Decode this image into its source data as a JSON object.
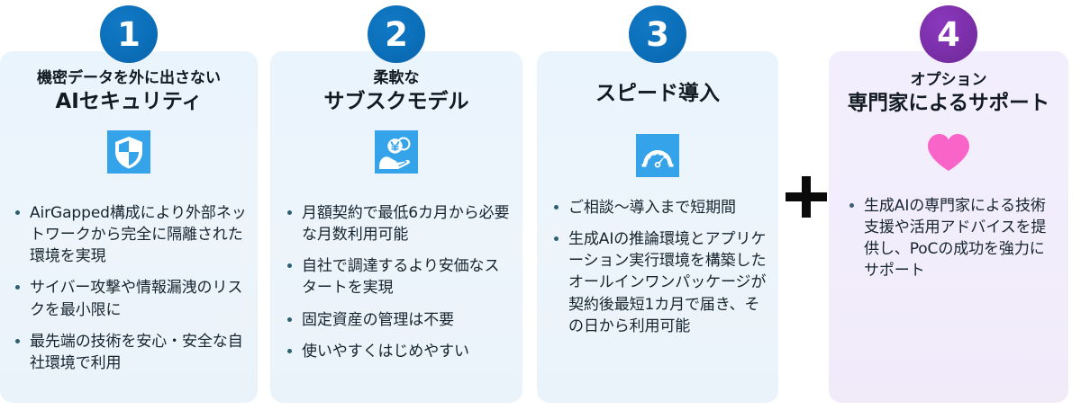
{
  "meta": {
    "plus_symbol": "+",
    "colors": {
      "badge_blue": "#0B6FBA",
      "badge_purple": "#7B2FA8",
      "card_blue_bg": "#EDF5FC",
      "card_purple_bg": "#F2EEFC",
      "icon_tile_blue": "#34A3EA",
      "heart_pink": "#F964C8",
      "text_dark": "#16242F",
      "bullet_dot": "#2D5F73"
    }
  },
  "cards": [
    {
      "number": "1",
      "subtitle": "機密データを外に出さない",
      "title": "AIセキュリティ",
      "icon": "shield-icon",
      "bullets": [
        "AirGapped構成により外部ネットワークから完全に隔離された環境を実現",
        "サイバー攻撃や情報漏洩のリスクを最小限に",
        "最先端の技術を安心・安全な自社環境で利用"
      ]
    },
    {
      "number": "2",
      "subtitle": "柔軟な",
      "title": "サブスクモデル",
      "icon": "hand-holding-yen-coin-icon",
      "bullets": [
        "月額契約で最低6カ月から必要な月数利用可能",
        "自社で調達するより安価なスタートを実現",
        "固定資産の管理は不要",
        "使いやすくはじめやすい"
      ]
    },
    {
      "number": "3",
      "subtitle": "",
      "title": "スピード導入",
      "icon": "speedometer-icon",
      "bullets": [
        "ご相談〜導入まで短期間",
        "生成AIの推論環境とアプリケーション実行環境を構築したオールインワンパッケージが契約後最短1カ月で届き、その日から利用可能"
      ]
    },
    {
      "number": "4",
      "subtitle": "オプション",
      "title": "専門家によるサポート",
      "icon": "heart-icon",
      "bullets": [
        "生成AIの専門家による技術支援や活用アドバイスを提供し、PoCの成功を強力にサポート"
      ]
    }
  ]
}
